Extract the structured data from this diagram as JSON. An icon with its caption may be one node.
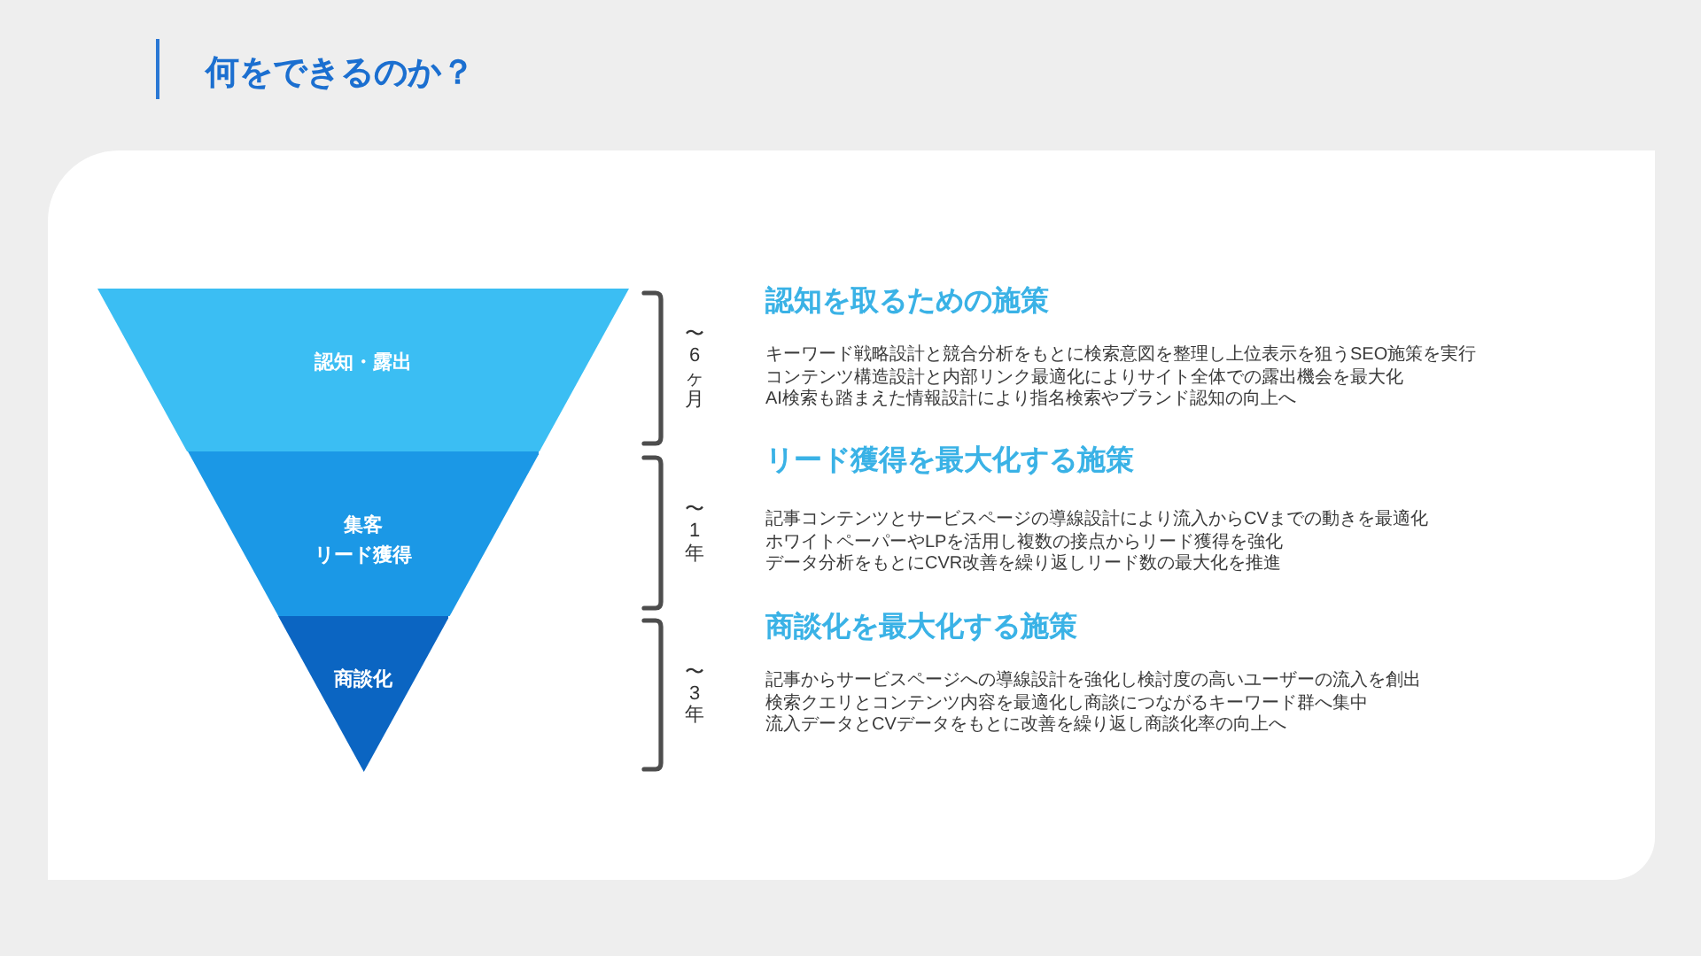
{
  "diagram": {
    "title": "何をできるのか？",
    "nodes": [
      {
        "text": [
          "認知・露出"
        ]
      },
      {
        "text": [
          "集客",
          "リード獲得"
        ]
      },
      {
        "text": [
          "商談化"
        ]
      }
    ],
    "labels": [
      "〜6ヶ月",
      "〜1年",
      "〜3年",
      "認知を取るための施策",
      "キーワード戦略設計と競合分析をもとに検索意図を整理し上位表示を狙うSEO施策を実行",
      "コンテンツ構造設計と内部リンク最適化によりサイト全体での露出機会を最大化",
      "AI検索も踏まえた情報設計により指名検索やブランド認知の向上へ",
      "リード獲得を最大化する施策",
      "記事コンテンツとサービスページの導線設計により流入からCVまでの動きを最適化",
      "ホワイトペーパーやLPを活用し複数の接点からリード獲得を強化",
      "データ分析をもとにCVR改善を繰り返しリード数の最大化を推進",
      "商談化を最大化する施策",
      "記事からサービスページへの導線設計を強化し検討度の高いユーザーの流入を創出",
      "検索クエリとコンテンツ内容を最適化し商談につながるキーワード群へ集中",
      "流入データとCVデータをもとに改善を繰り返し商談化率の向上へ"
    ]
  }
}
